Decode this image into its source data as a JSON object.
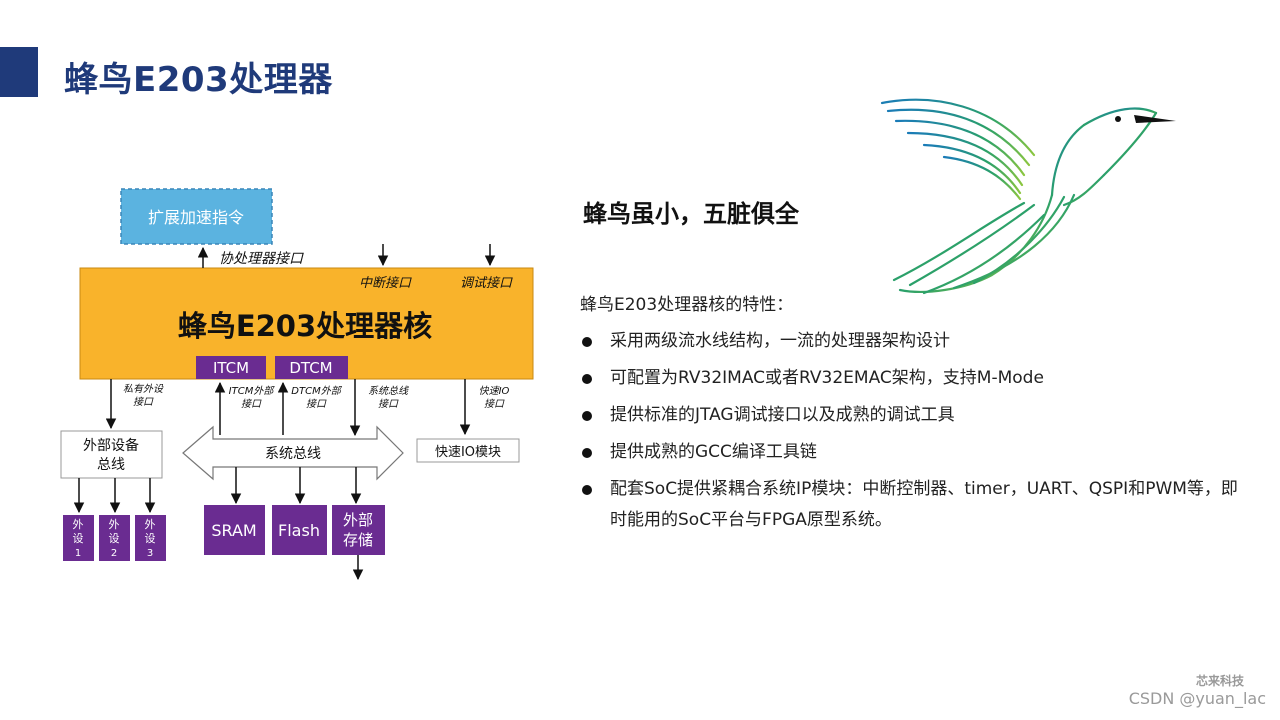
{
  "slide": {
    "title": "蜂鸟E203处理器"
  },
  "diagram": {
    "ext_instr": "扩展加速指令",
    "coproc_if": "协处理器接口",
    "irq_if": "中断接口",
    "debug_if": "调试接口",
    "core_label": "蜂鸟E203处理器核",
    "itcm": "ITCM",
    "dtcm": "DTCM",
    "private_periph_if": [
      "私有外设",
      "接口"
    ],
    "itcm_ext_if": [
      "ITCM外部",
      "接口"
    ],
    "dtcm_ext_if": [
      "DTCM外部",
      "接口"
    ],
    "sys_bus_if": [
      "系统总线",
      "接口"
    ],
    "fast_io_if": [
      "快速IO",
      "接口"
    ],
    "ext_dev_bus": [
      "外部设备",
      "总线"
    ],
    "system_bus": "系统总线",
    "fast_io_module": "快速IO模块",
    "periph": [
      [
        "外",
        "设",
        "1"
      ],
      [
        "外",
        "设",
        "2"
      ],
      [
        "外",
        "设",
        "3"
      ]
    ],
    "sram": "SRAM",
    "flash": "Flash",
    "ext_storage": [
      "外部",
      "存储"
    ]
  },
  "right": {
    "tagline": "蜂鸟虽小，五脏俱全",
    "intro": "蜂鸟E203处理器核的特性：",
    "features": [
      "采用两级流水线结构，一流的处理器架构设计",
      "可配置为RV32IMAC或者RV32EMAC架构，支持M-Mode",
      "提供标准的JTAG调试接口以及成熟的调试工具",
      "提供成熟的GCC编译工具链",
      "配套SoC提供紧耦合系统IP模块：中断控制器、timer，UART、QSPI和PWM等，即时能用的SoC平台与FPGA原型系统。"
    ]
  },
  "footer": {
    "brand": "芯来科技",
    "watermark": "CSDN @yuan_lac"
  },
  "colors": {
    "title": "#1f3a7a",
    "core": "#f9b32b",
    "purple": "#6a2c91",
    "ext_box": "#5bb3e0"
  },
  "icons": {
    "bird": "hummingbird-logo-icon"
  }
}
